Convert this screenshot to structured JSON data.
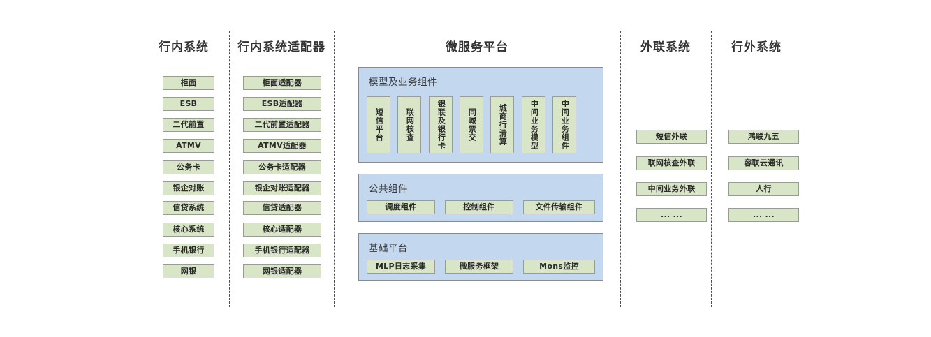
{
  "diagram": {
    "title_bank_internal": "行内系统",
    "title_bank_adapter": "行内系统适配器",
    "title_microservice": "微服务平台",
    "title_external_link": "外联系统",
    "title_outside_bank": "行外系统",
    "colors": {
      "leaf_fill": "#d8e5c6",
      "leaf_border": "#9a9a9a",
      "group_fill": "#c3d8ef",
      "group_border": "#8a8a8a",
      "divider": "#4d4d4d",
      "title_text": "#333333"
    }
  },
  "bank_internal": {
    "items": [
      {
        "label": "柜面"
      },
      {
        "label": "ESB"
      },
      {
        "label": "二代前置"
      },
      {
        "label": "ATMV"
      },
      {
        "label": "公务卡"
      },
      {
        "label": "银企对账"
      },
      {
        "label": "信贷系统"
      },
      {
        "label": "核心系统"
      },
      {
        "label": "手机银行"
      },
      {
        "label": "网银"
      }
    ]
  },
  "bank_adapter": {
    "items": [
      {
        "label": "柜面适配器"
      },
      {
        "label": "ESB适配器"
      },
      {
        "label": "二代前置适配器"
      },
      {
        "label": "ATMV适配器"
      },
      {
        "label": "公务卡适配器"
      },
      {
        "label": "银企对账适配器"
      },
      {
        "label": "信贷适配器"
      },
      {
        "label": "核心适配器"
      },
      {
        "label": "手机银行适配器"
      },
      {
        "label": "网银适配器"
      }
    ]
  },
  "microservice": {
    "model_group": {
      "label": "模型及业务组件",
      "items": [
        {
          "label": "短信平台"
        },
        {
          "label": "联网核查"
        },
        {
          "label": "银联及银行卡"
        },
        {
          "label": "同城票交"
        },
        {
          "label": "城商行清算"
        },
        {
          "label": "中间业务模型"
        },
        {
          "label": "中间业务组件"
        }
      ]
    },
    "public_group": {
      "label": "公共组件",
      "items": [
        {
          "label": "调度组件"
        },
        {
          "label": "控制组件"
        },
        {
          "label": "文件传输组件"
        }
      ]
    },
    "base_group": {
      "label": "基础平台",
      "items": [
        {
          "label": "MLP日志采集"
        },
        {
          "label": "微服务框架"
        },
        {
          "label": "Mons监控"
        }
      ]
    }
  },
  "external_link": {
    "items": [
      {
        "label": "短信外联"
      },
      {
        "label": "联网核查外联"
      },
      {
        "label": "中间业务外联"
      },
      {
        "label": "... ..."
      }
    ]
  },
  "outside_bank": {
    "items": [
      {
        "label": "鸿联九五"
      },
      {
        "label": "容联云通讯"
      },
      {
        "label": "人行"
      },
      {
        "label": "... ..."
      }
    ]
  }
}
